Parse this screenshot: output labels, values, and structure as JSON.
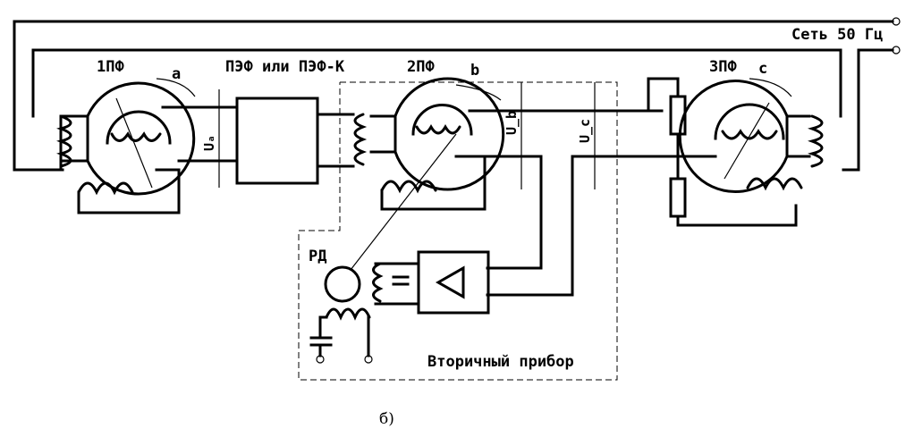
{
  "labels": {
    "net": "Сеть 50 Гц",
    "sd1": "1ПФ",
    "conv": "ПЭФ или ПЭФ-К",
    "sd2": "2ПФ",
    "sd3": "3ПФ",
    "angle_a": "a",
    "angle_b": "b",
    "angle_c": "c",
    "ua": "Uₐ",
    "ub": "U_b",
    "uc": "U_c",
    "rd": "РД",
    "secondary": "Вторичный прибор",
    "caption": "б)"
  }
}
